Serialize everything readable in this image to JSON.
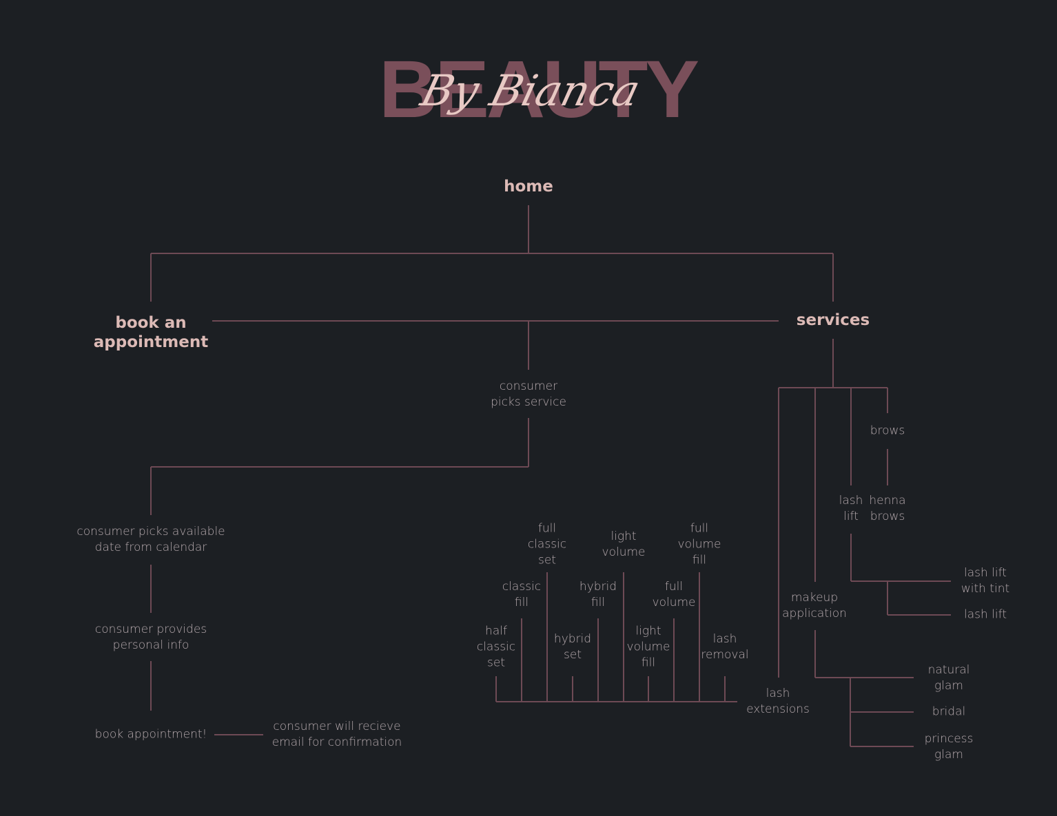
{
  "logo": {
    "main": "BEAUTY",
    "script": "By Bianca"
  },
  "colors": {
    "background": "#1c1f23",
    "line": "#6e4a55",
    "heading_text": "#dcbab6",
    "node_text": "#b5a9ad",
    "logo_main": "#7a4f5a",
    "logo_script": "#e8c9c4"
  },
  "diagram": {
    "home": "home",
    "book_appointment": "book an\nappointment",
    "services": "services",
    "booking_flow": {
      "picks_service": "consumer\npicks service",
      "picks_date": "consumer picks available\ndate from calendar",
      "provides_info": "consumer provides\npersonal info",
      "book": "book appointment!",
      "confirmation": "consumer will recieve\nemail for confirmation"
    },
    "lash_extensions": {
      "label": "lash\nextensions",
      "items": {
        "half_classic_set": "half\nclassic\nset",
        "classic_fill": "classic\nfill",
        "full_classic_set": "full\nclassic\nset",
        "hybrid_set": "hybrid\nset",
        "hybrid_fill": "hybrid\nfill",
        "light_volume": "light\nvolume",
        "light_volume_fill": "light\nvolume\nfill",
        "full_volume": "full\nvolume",
        "full_volume_fill": "full\nvolume\nfill",
        "lash_removal": "lash\nremoval"
      }
    },
    "makeup": {
      "label": "makeup\napplication",
      "items": {
        "natural_glam": "natural\nglam",
        "bridal": "bridal",
        "princess_glam": "princess\nglam"
      }
    },
    "lash_lift": {
      "label": "lash\nlift",
      "items": {
        "with_tint": "lash lift\nwith tint",
        "lash_lift": "lash lift"
      }
    },
    "brows": {
      "label": "brows",
      "items": {
        "henna_brows": "henna\nbrows"
      }
    }
  }
}
